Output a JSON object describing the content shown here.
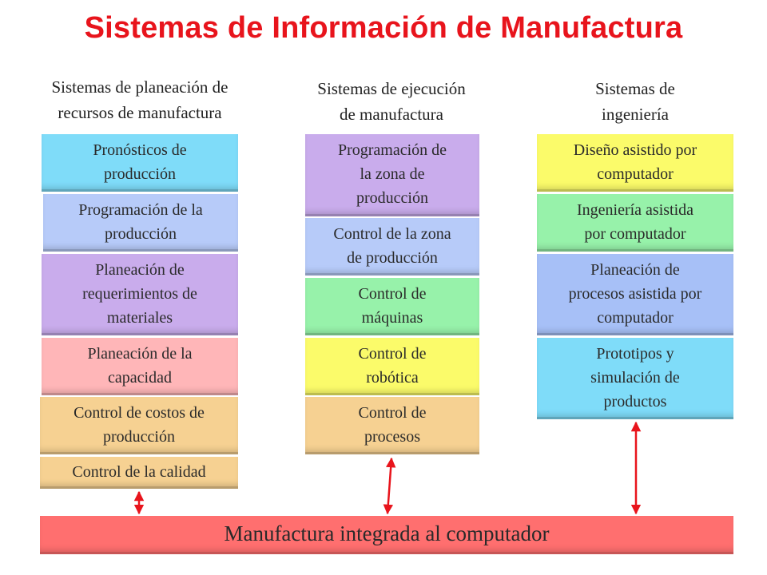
{
  "title": "Sistemas de Información de Manufactura",
  "columns": [
    {
      "header": [
        "Sistemas de planeación de",
        "recursos de manufactura"
      ],
      "boxes": [
        {
          "lines": [
            "Pronósticos de",
            "producción"
          ],
          "color": "#7fdcf9"
        },
        {
          "lines": [
            "Programación de la",
            "producción"
          ],
          "color": "#b7cbf9"
        },
        {
          "lines": [
            "Planeación de",
            "requerimientos de",
            "materiales"
          ],
          "color": "#c9acec"
        },
        {
          "lines": [
            "Planeación de la",
            "capacidad"
          ],
          "color": "#ffb6b8"
        },
        {
          "lines": [
            "Control de costos de",
            "producción"
          ],
          "color": "#f6d192"
        },
        {
          "lines": [
            "Control de la calidad"
          ],
          "color": "#f6d192"
        }
      ]
    },
    {
      "header": [
        "Sistemas de ejecución",
        "de manufactura"
      ],
      "boxes": [
        {
          "lines": [
            "Programación de",
            "la zona de",
            "producción"
          ],
          "color": "#c9acec"
        },
        {
          "lines": [
            "Control de la zona",
            "de producción"
          ],
          "color": "#b7cbf9"
        },
        {
          "lines": [
            "Control de",
            "máquinas"
          ],
          "color": "#97f2aa"
        },
        {
          "lines": [
            "Control de",
            "robótica"
          ],
          "color": "#fbfb6a"
        },
        {
          "lines": [
            "Control de",
            "procesos"
          ],
          "color": "#f6d192"
        }
      ]
    },
    {
      "header": [
        "Sistemas de",
        "ingeniería"
      ],
      "boxes": [
        {
          "lines": [
            "Diseño asistido por",
            "computador"
          ],
          "color": "#fbfb6a"
        },
        {
          "lines": [
            "Ingeniería asistida",
            "por computador"
          ],
          "color": "#97f2aa"
        },
        {
          "lines": [
            "Planeación de",
            "procesos asistida por",
            "computador"
          ],
          "color": "#a7c0f7"
        },
        {
          "lines": [
            "Prototipos y",
            "simulación de",
            "productos"
          ],
          "color": "#7fdcf9"
        }
      ]
    }
  ],
  "footer": "Manufactura integrada al computador",
  "arrow_color": "#e8141c"
}
